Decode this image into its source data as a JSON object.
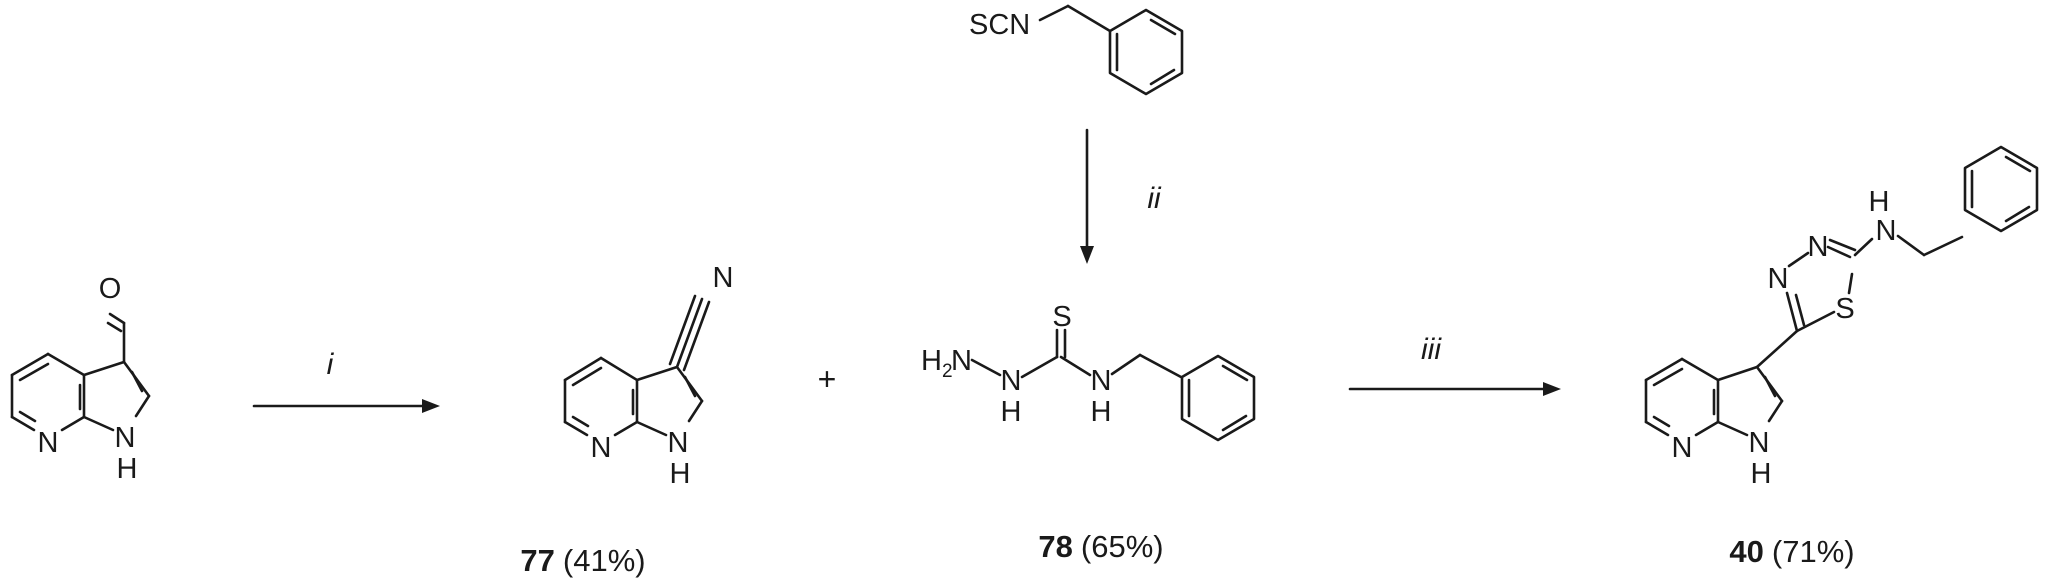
{
  "scheme": {
    "arrows": [
      {
        "label": "i"
      },
      {
        "label": "ii"
      },
      {
        "label": "iii"
      }
    ],
    "plus": "+",
    "reagent_atoms": {
      "scn": "SCN"
    },
    "compounds": [
      {
        "number": "77",
        "yield": "(41%)"
      },
      {
        "number": "78",
        "yield": "(65%)"
      },
      {
        "number": "40",
        "yield": "(71%)"
      }
    ],
    "atoms": {
      "O": "O",
      "N": "N",
      "H": "H",
      "S": "S",
      "H2": "H",
      "H2_sub": "2"
    }
  }
}
